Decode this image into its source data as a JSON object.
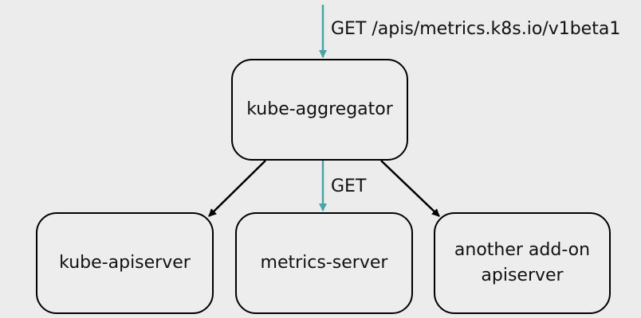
{
  "nodes": {
    "aggregator": {
      "label": "kube-aggregator"
    },
    "apiserver": {
      "label": "kube-apiserver"
    },
    "metrics_server": {
      "label": "metrics-server"
    },
    "addon": {
      "label_line1": "another add-on",
      "label_line2": "apiserver"
    }
  },
  "edges": {
    "incoming": {
      "label": "GET /apis/metrics.k8s.io/v1beta1",
      "color": "#4aa3a5"
    },
    "to_metrics": {
      "label": "GET",
      "color": "#4aa3a5"
    },
    "to_apiserver": {
      "color": "#000000"
    },
    "to_addon": {
      "color": "#000000"
    }
  }
}
